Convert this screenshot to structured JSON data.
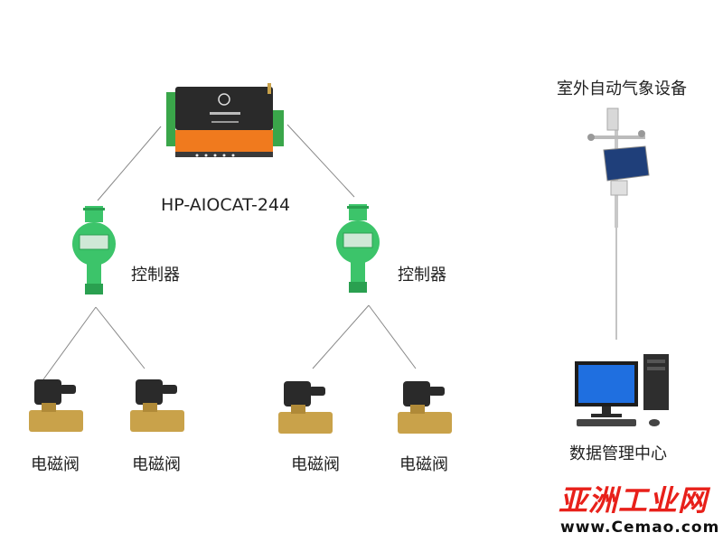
{
  "gateway": {
    "model": "HP-AIOCAT-244"
  },
  "weather_station": {
    "label": "室外自动气象设备"
  },
  "controllers": [
    {
      "label": "控制器"
    },
    {
      "label": "控制器"
    }
  ],
  "valves": [
    {
      "label": "电磁阀"
    },
    {
      "label": "电磁阀"
    },
    {
      "label": "电磁阀"
    },
    {
      "label": "电磁阀"
    }
  ],
  "data_center": {
    "label": "数据管理中心"
  },
  "watermark": {
    "brand": "亚洲工业网",
    "url": "www.Cemao.com"
  },
  "colors": {
    "controller_green": "#3cc46a",
    "gateway_orange": "#f07a1e",
    "valve_brass": "#c9a24a",
    "watermark_red": "#e8201a"
  }
}
